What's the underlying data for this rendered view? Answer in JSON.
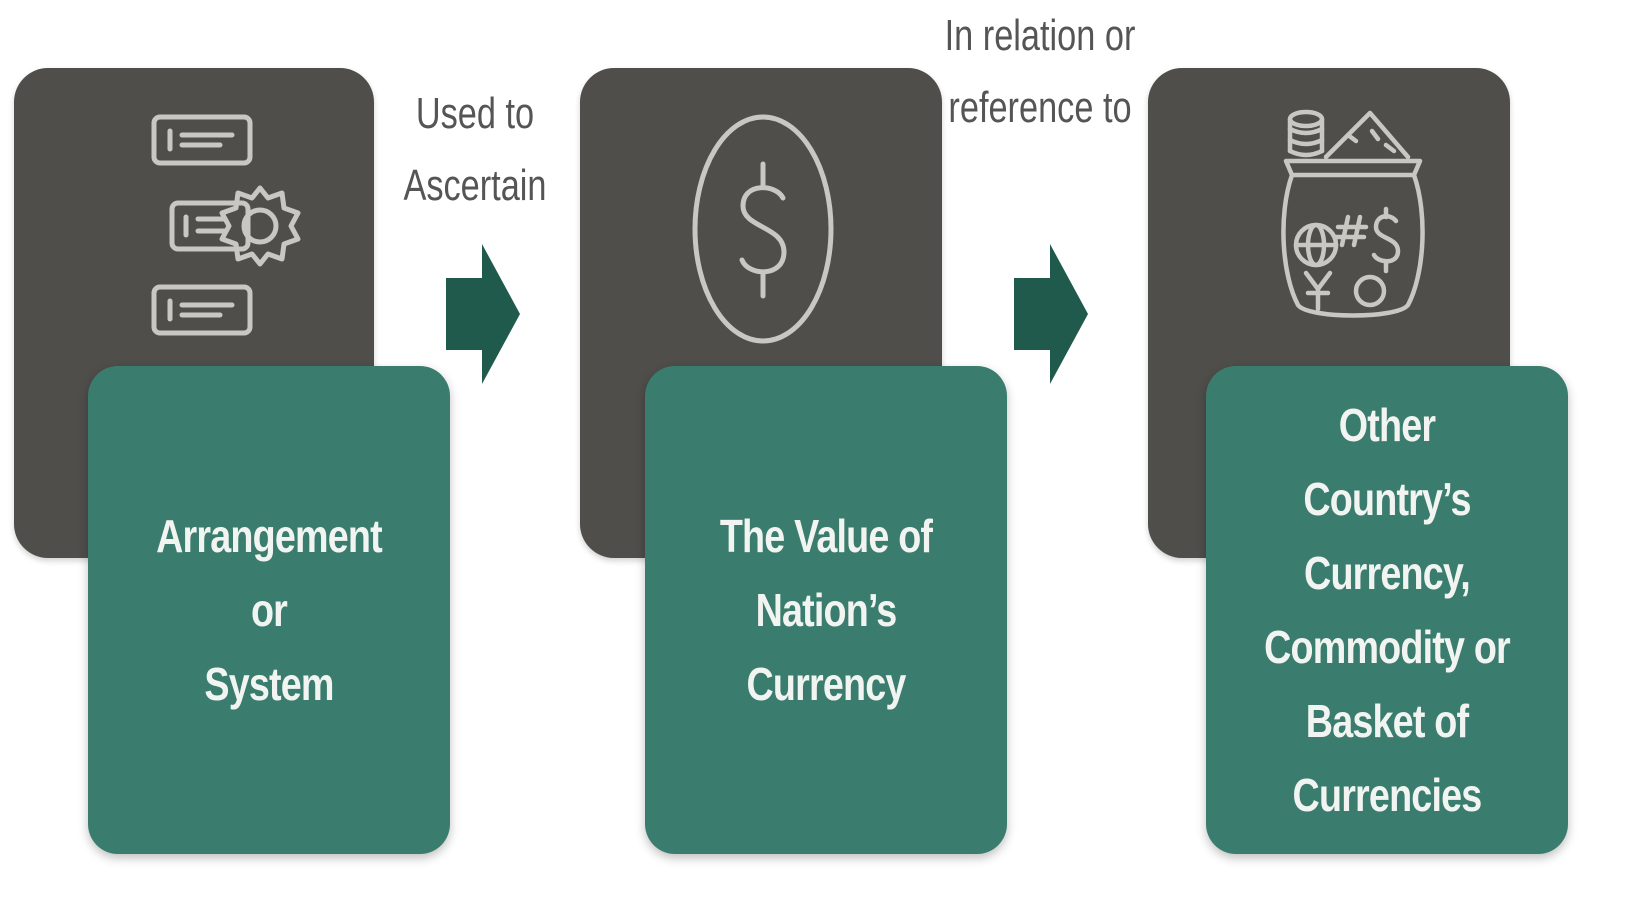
{
  "colors": {
    "dark_card": "#4f4e4b",
    "green_card": "#3a7d6e",
    "arrow": "#1f5a4c",
    "icon_stroke": "#c9c7c1",
    "label_text": "#555555",
    "card_text": "#f2f4f1"
  },
  "steps": [
    {
      "icon": "settings-list-icon",
      "label": "Arrangement or\nSystem"
    },
    {
      "icon": "dollar-coin-icon",
      "label": "The Value of\nNation’s Currency"
    },
    {
      "icon": "currency-basket-icon",
      "label": "Other Country’s\nCurrency,\nCommodity or\nBasket of\nCurrencies"
    }
  ],
  "connectors": [
    {
      "label": "Used to\nAscertain"
    },
    {
      "label": "In relation or\nreference to"
    }
  ]
}
